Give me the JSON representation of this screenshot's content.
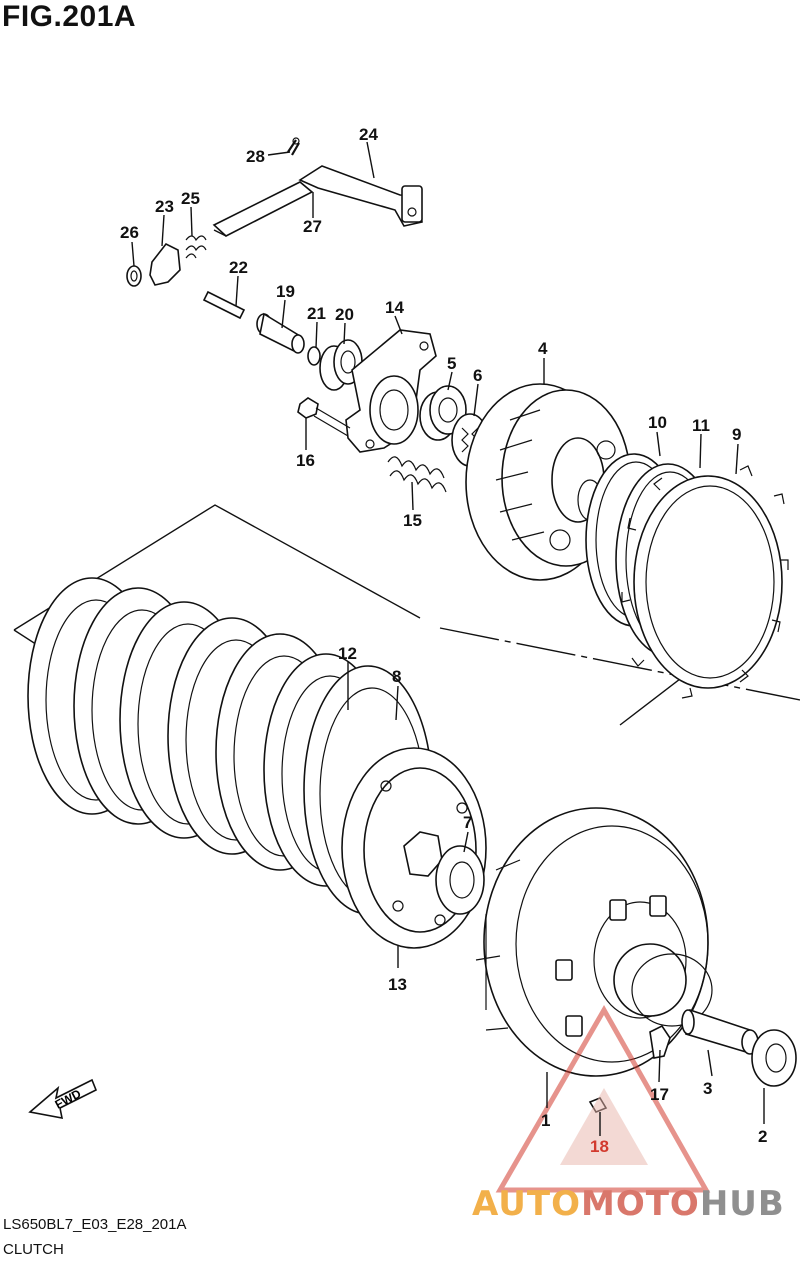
{
  "figure": {
    "title": "FIG.201A",
    "model_code": "LS650BL7_E03_E28_201A",
    "section": "CLUTCH",
    "direction_label": "FWD"
  },
  "watermark": {
    "part1": "AUTO",
    "part2": "MOTO",
    "part3": "HUB",
    "colors": {
      "part1": "#f2b04a",
      "part2": "#d9776b",
      "part3": "#8f8f8f",
      "logo": "#d23a2e"
    }
  },
  "callouts": [
    "1",
    "2",
    "3",
    "4",
    "5",
    "6",
    "7",
    "8",
    "9",
    "10",
    "11",
    "12",
    "13",
    "14",
    "15",
    "16",
    "17",
    "18",
    "19",
    "20",
    "21",
    "22",
    "23",
    "24",
    "25",
    "26",
    "27",
    "28"
  ]
}
